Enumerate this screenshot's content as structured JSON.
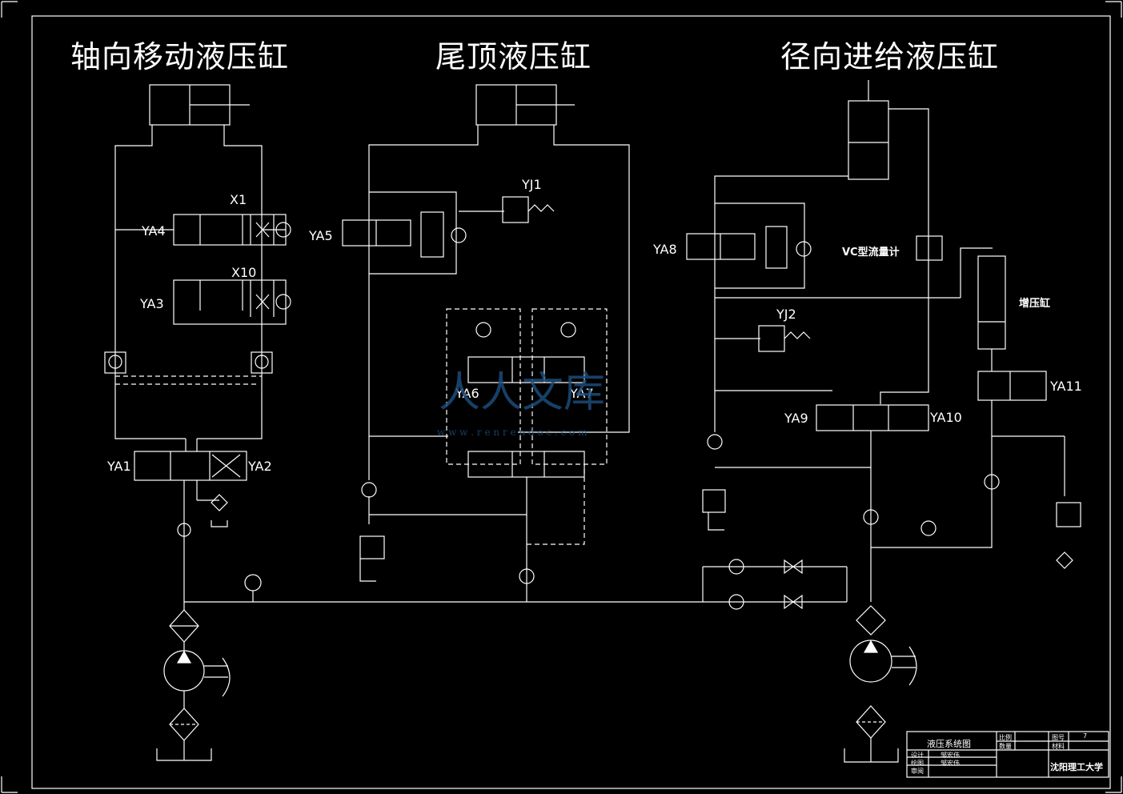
{
  "titles": {
    "axial": "轴向移动液压缸",
    "tail": "尾顶液压缸",
    "radial": "径向进给液压缸"
  },
  "labels": {
    "x1": "X1",
    "x10": "X10",
    "ya1": "YA1",
    "ya2": "YA2",
    "ya3": "YA3",
    "ya4": "YA4",
    "ya5": "YA5",
    "ya6": "YA6",
    "ya7": "YA7",
    "ya8": "YA8",
    "ya9": "YA9",
    "ya10": "YA10",
    "ya11": "YA11",
    "yj1": "YJ1",
    "yj2": "YJ2",
    "vc_flowmeter": "VC型流量计",
    "booster": "增压缸"
  },
  "title_block": {
    "drawing_name": "液压系统图",
    "scale_label": "比例",
    "quantity_label": "数量",
    "sheet_label": "图号",
    "sheet_no": "7",
    "material_label": "材料",
    "design_label": "设计",
    "design_name": "邹宏伟",
    "draw_label": "绘图",
    "draw_name": "邹宏伟",
    "review_label": "审阅",
    "school": "沈阳理工大学"
  },
  "watermark": {
    "text": "人人文库",
    "url": "w w w . r e n r e n d o c . c o m"
  },
  "colors": {
    "background": "#000000",
    "lines": "#ffffff",
    "watermark": "#1d4c7a"
  }
}
